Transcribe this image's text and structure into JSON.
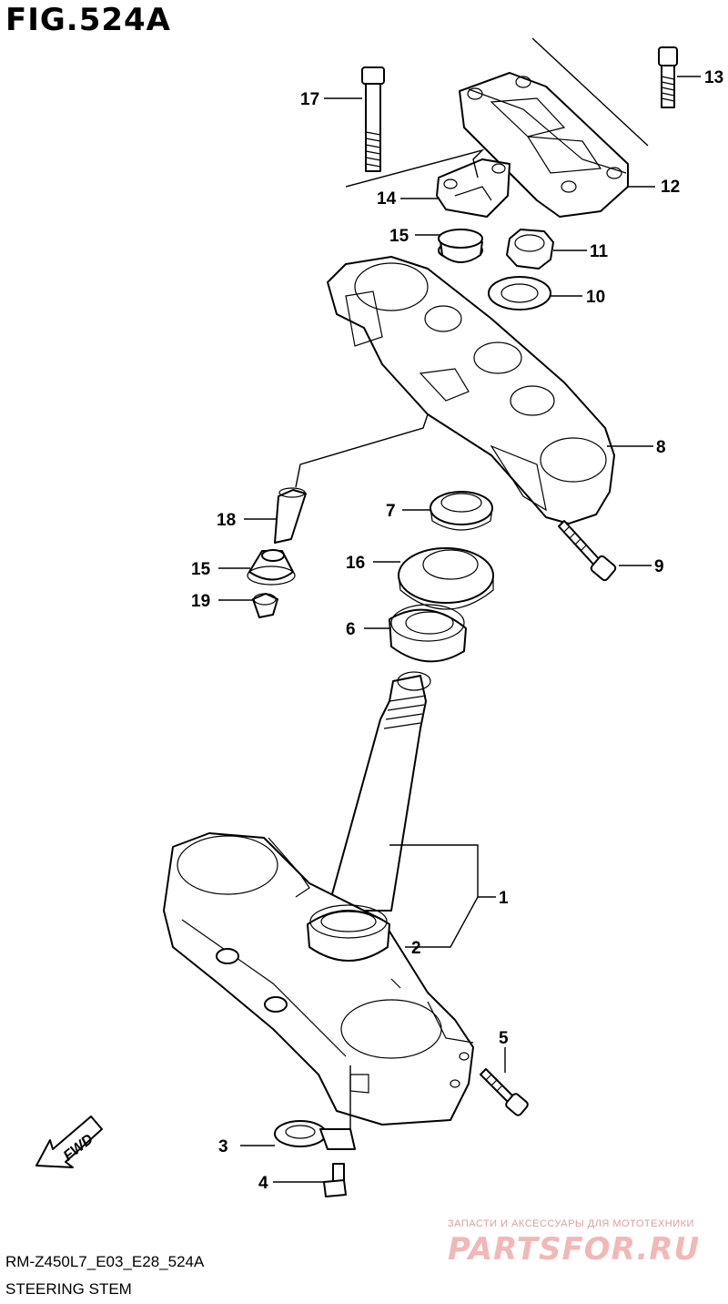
{
  "figure": {
    "title": "FIG.524A"
  },
  "footer": {
    "code": "RM-Z450L7_E03_E28_524A",
    "name": "STEERING STEM"
  },
  "watermark": {
    "tagline": "ЗАПАСТИ И АКСЕССУАРЫ ДЛЯ МОТОТЕХНИКИ",
    "brand": "PARTSFOR.RU"
  },
  "direction_arrow": {
    "label": "FWD"
  },
  "callouts": {
    "c1": "1",
    "c2": "2",
    "c3": "3",
    "c4": "4",
    "c5": "5",
    "c6": "6",
    "c7": "7",
    "c8": "8",
    "c9": "9",
    "c10": "10",
    "c11": "11",
    "c12": "12",
    "c13": "13",
    "c14": "14",
    "c15a": "15",
    "c15b": "15",
    "c16": "16",
    "c17": "17",
    "c18": "18",
    "c19": "19"
  }
}
